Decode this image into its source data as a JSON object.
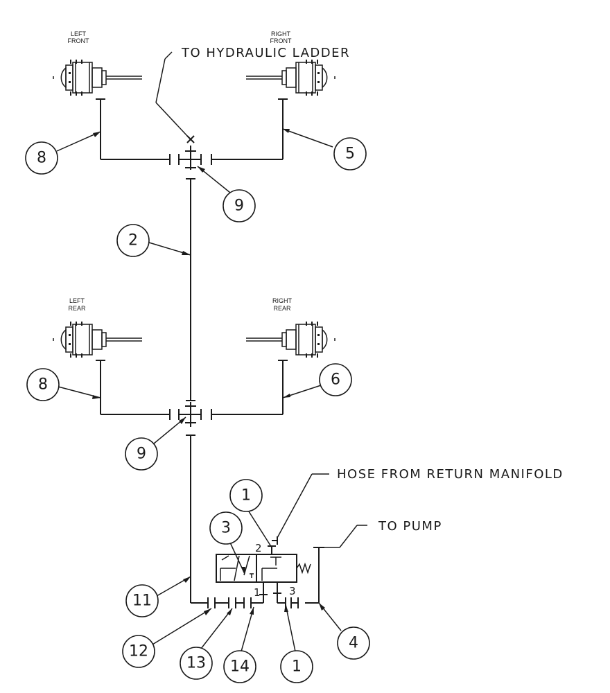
{
  "labels": {
    "left_front": [
      "LEFT",
      "FRONT"
    ],
    "right_front": [
      "RIGHT",
      "FRONT"
    ],
    "left_rear": [
      "LEFT",
      "REAR"
    ],
    "right_rear": [
      "RIGHT",
      "REAR"
    ]
  },
  "notes": {
    "hydraulic_ladder": "TO HYDRAULIC LADDER",
    "return_manifold": "HOSE FROM RETURN MANIFOLD",
    "pump": "TO PUMP"
  },
  "ports": {
    "p1": "1",
    "p2": "2",
    "p3": "3"
  },
  "callouts": [
    {
      "id": "c8a",
      "num": "8"
    },
    {
      "id": "c5",
      "num": "5"
    },
    {
      "id": "c9a",
      "num": "9"
    },
    {
      "id": "c2",
      "num": "2"
    },
    {
      "id": "c8b",
      "num": "8"
    },
    {
      "id": "c6",
      "num": "6"
    },
    {
      "id": "c9b",
      "num": "9"
    },
    {
      "id": "c1a",
      "num": "1"
    },
    {
      "id": "c3",
      "num": "3"
    },
    {
      "id": "c11",
      "num": "11"
    },
    {
      "id": "c12",
      "num": "12"
    },
    {
      "id": "c13",
      "num": "13"
    },
    {
      "id": "c14",
      "num": "14"
    },
    {
      "id": "c1b",
      "num": "1"
    },
    {
      "id": "c4",
      "num": "4"
    }
  ]
}
